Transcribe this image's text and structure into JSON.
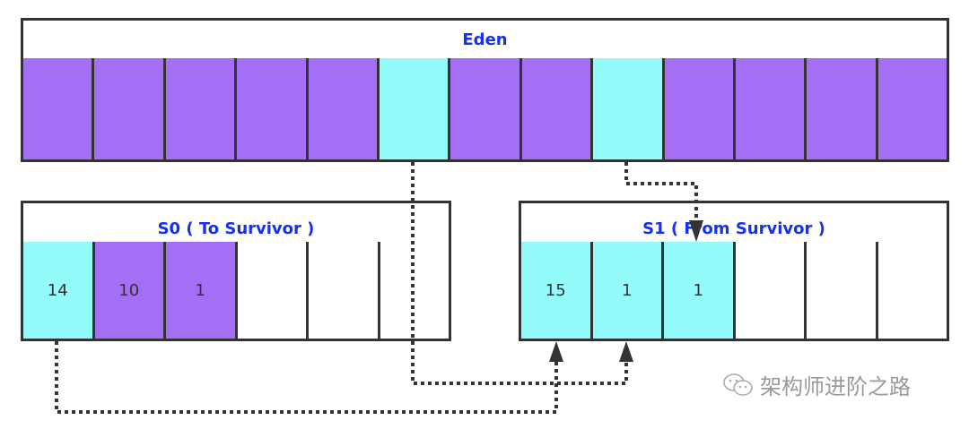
{
  "colors": {
    "survivor_object": "#94fbfb",
    "survivor_object_alt": "#80f9f9",
    "promoted_object": "#a56ff5",
    "empty": "#ffffff",
    "border": "#333333",
    "label": "#1430f0",
    "watermark": "#9a9a9a"
  },
  "eden": {
    "title": "Eden",
    "cells": [
      {
        "state": "garbage",
        "label": ""
      },
      {
        "state": "garbage",
        "label": ""
      },
      {
        "state": "garbage",
        "label": ""
      },
      {
        "state": "garbage",
        "label": ""
      },
      {
        "state": "garbage",
        "label": ""
      },
      {
        "state": "live",
        "label": ""
      },
      {
        "state": "garbage",
        "label": ""
      },
      {
        "state": "garbage",
        "label": ""
      },
      {
        "state": "live",
        "label": ""
      },
      {
        "state": "garbage",
        "label": ""
      },
      {
        "state": "garbage",
        "label": ""
      },
      {
        "state": "garbage",
        "label": ""
      },
      {
        "state": "garbage",
        "label": ""
      }
    ]
  },
  "s0": {
    "title": "S0 ( To Survivor )",
    "cells": [
      {
        "state": "live",
        "label": "14"
      },
      {
        "state": "garbage",
        "label": "10"
      },
      {
        "state": "garbage",
        "label": "1"
      },
      {
        "state": "empty",
        "label": ""
      },
      {
        "state": "empty",
        "label": ""
      },
      {
        "state": "empty",
        "label": ""
      }
    ]
  },
  "s1": {
    "title": "S1 ( From Survivor )",
    "cells": [
      {
        "state": "live",
        "label": "15"
      },
      {
        "state": "live",
        "label": "1"
      },
      {
        "state": "live",
        "label": "1"
      },
      {
        "state": "empty",
        "label": ""
      },
      {
        "state": "empty",
        "label": ""
      },
      {
        "state": "empty",
        "label": ""
      }
    ]
  },
  "arrows": [
    {
      "from": "eden.cell.6",
      "to": "s1.cell.2",
      "style": "dotted"
    },
    {
      "from": "eden.cell.9",
      "to": "s1.cell.3",
      "style": "dotted"
    },
    {
      "from": "s0.cell.1",
      "to": "s1.cell.1",
      "style": "dotted"
    }
  ],
  "watermark": {
    "icon": "wechat-icon",
    "text": "架构师进阶之路"
  }
}
